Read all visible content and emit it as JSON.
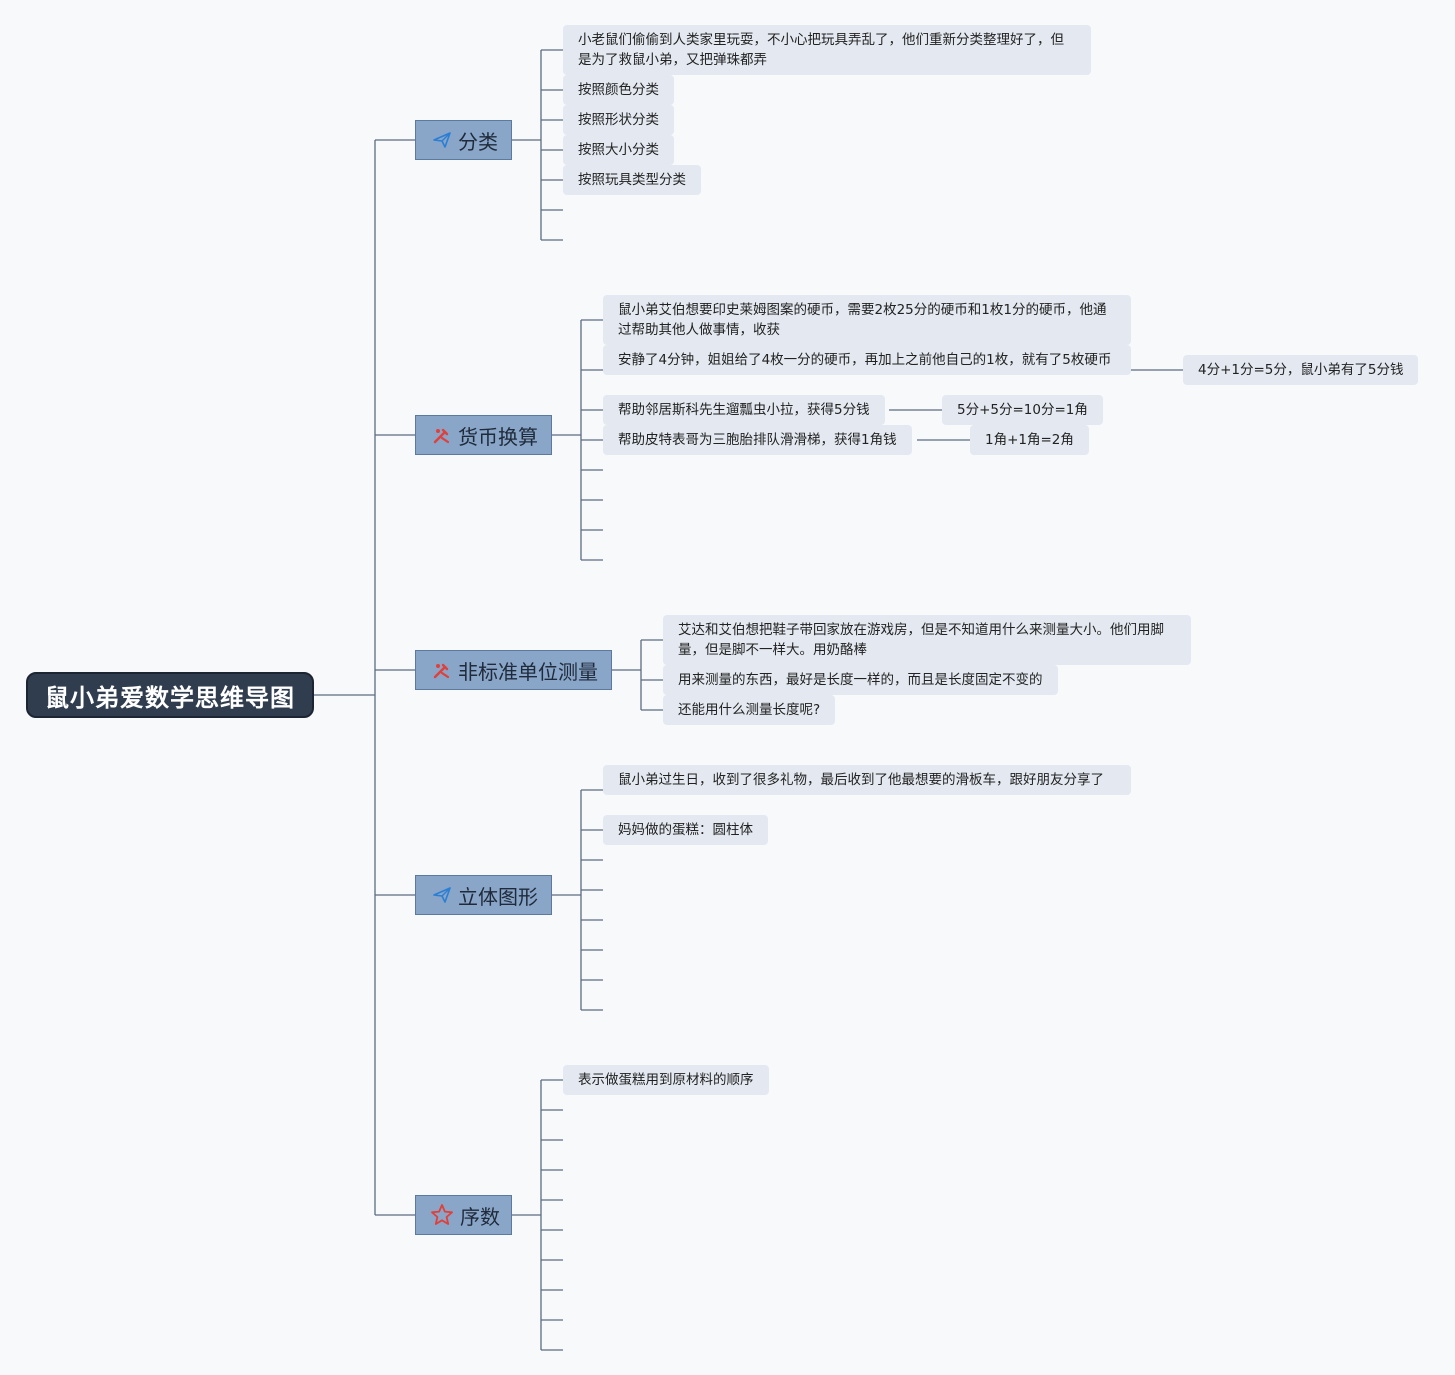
{
  "root": {
    "label": "鼠小弟爱数学思维导图"
  },
  "colors": {
    "background": "#f8f9fb",
    "root": "#2f3d4f",
    "branch": "#89a5c8",
    "leaf": "#e4e9f1",
    "line": "#5c6c80"
  },
  "branches": [
    {
      "label": "分类",
      "icon": "paper-plane-icon",
      "topics": [
        {
          "text": "小老鼠们偷偷到人类家里玩耍，不小心把玩具弄乱了，他们重新分类整理好了，但是为了救鼠小弟，又把弹珠都弄"
        },
        {
          "text": "按照颜色分类"
        },
        {
          "text": "按照形状分类"
        },
        {
          "text": "按照大小分类"
        },
        {
          "text": "按照玩具类型分类"
        }
      ]
    },
    {
      "label": "货币换算",
      "icon": "tools-icon",
      "topics": [
        {
          "text": "鼠小弟艾伯想要印史莱姆图案的硬币，需要2枚25分的硬币和1枚1分的硬币，他通过帮助其他人做事情，收获"
        },
        {
          "text": "安静了4分钟，姐姐给了4枚一分的硬币，再加上之前他自己的1枚，就有了5枚硬币",
          "child": "4分+1分=5分，鼠小弟有了5分钱"
        },
        {
          "text": "帮助邻居斯科先生遛瓢虫小拉，获得5分钱",
          "child": "5分+5分=10分=1角"
        },
        {
          "text": "帮助皮特表哥为三胞胎排队滑滑梯，获得1角钱",
          "child": "1角+1角=2角"
        }
      ]
    },
    {
      "label": "非标准单位测量",
      "icon": "tools-icon",
      "topics": [
        {
          "text": "艾达和艾伯想把鞋子带回家放在游戏房，但是不知道用什么来测量大小。他们用脚量，但是脚不一样大。用奶酪棒"
        },
        {
          "text": "用来测量的东西，最好是长度一样的，而且是长度固定不变的"
        },
        {
          "text": "还能用什么测量长度呢?"
        }
      ]
    },
    {
      "label": "立体图形",
      "icon": "paper-plane-icon",
      "topics": [
        {
          "text": "鼠小弟过生日，收到了很多礼物，最后收到了他最想要的滑板车，跟好朋友分享了"
        },
        {
          "text": "妈妈做的蛋糕：圆柱体"
        }
      ]
    },
    {
      "label": "序数",
      "icon": "star-icon",
      "topics": [
        {
          "text": "表示做蛋糕用到原材料的顺序"
        }
      ]
    }
  ]
}
